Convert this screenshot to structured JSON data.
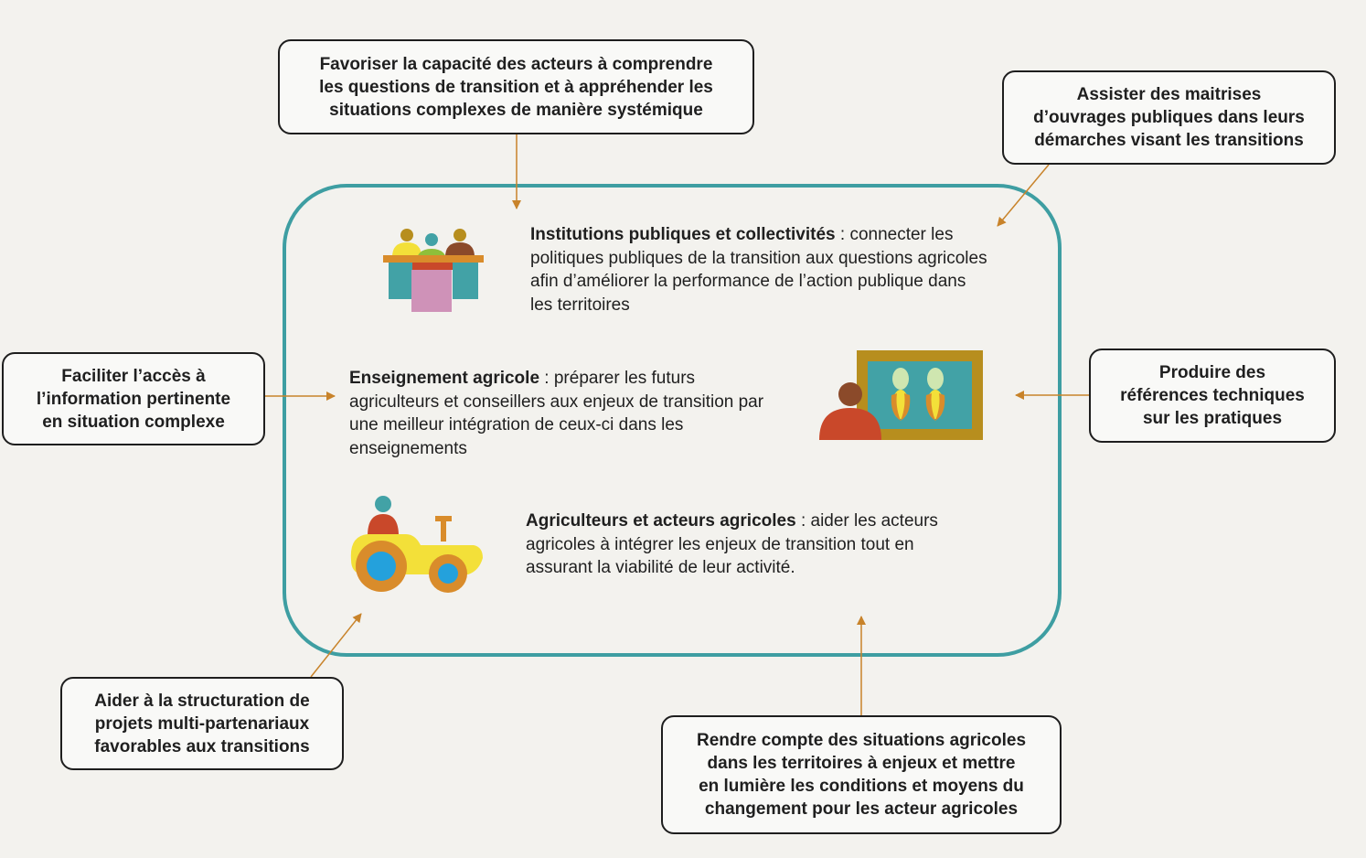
{
  "colors": {
    "background": "#f3f2ee",
    "panel_border": "#3e9ea2",
    "arrow": "#c8832a",
    "teal": "#42a2a6",
    "pink": "#cf92b8",
    "yellow": "#f3e039",
    "brown": "#8b4a2a",
    "rust": "#c9482a",
    "ochre": "#b78e1e",
    "blue": "#24a1dc"
  },
  "boxes": {
    "top_center": "Favoriser la capacité des acteurs à comprendre\nles questions de transition et à appréhender les\nsituations complexes de manière systémique",
    "top_right": "Assister des maitrises\nd’ouvrages publiques dans leurs\ndémarches visant les transitions",
    "left": "Faciliter l’accès à\nl’information pertinente\nen situation complexe",
    "right": "Produire des\nréférences techniques\nsur les pratiques",
    "bottom_left": "Aider à la structuration de\nprojets multi-partenariaux\nfavorables aux transitions",
    "bottom_right": "Rendre compte des situations agricoles\ndans les territoires à enjeux et mettre\nen lumière les conditions et moyens du\nchangement pour les acteur agricoles"
  },
  "sections": {
    "institutions": {
      "title": "Institutions publiques et collectivités",
      "text": " : connecter les politiques publiques de la transition aux questions agricoles afin d’améliorer la performance de l’action publique dans les territoires",
      "icon": "council-meeting-icon"
    },
    "enseignement": {
      "title": "Enseignement agricole",
      "text": " : préparer les futurs agriculteurs et conseillers aux enjeux de transition par une meilleur intégration de ceux-ci dans les enseignements",
      "icon": "teacher-board-icon"
    },
    "agriculteurs": {
      "title": "Agriculteurs et acteurs agricoles",
      "text": " : aider les acteurs agricoles à intégrer les enjeux de transition tout en assurant la viabilité de leur activité.",
      "icon": "tractor-icon"
    }
  }
}
